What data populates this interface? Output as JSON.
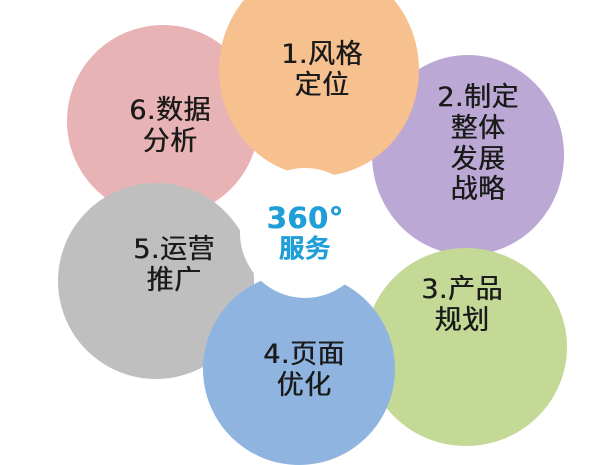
{
  "diagram": {
    "type": "petal-venn",
    "background_color": "#ffffff",
    "center": {
      "line1": "360°",
      "line2": "服务",
      "text_color": "#1f9ed8",
      "fill_color": "#ffffff"
    },
    "petals": [
      {
        "id": "style-positioning",
        "number": "1.",
        "label": "1.风格\n定位",
        "color": "#f7c08f",
        "position": "top"
      },
      {
        "id": "overall-strategy",
        "number": "2.",
        "label": "2.制定\n整体\n发展\n战略",
        "color": "#bba8d4",
        "position": "top-right"
      },
      {
        "id": "product-planning",
        "number": "3.",
        "label": "3.产品\n规划",
        "color": "#c5d996",
        "position": "bottom-right"
      },
      {
        "id": "page-optimization",
        "number": "4.",
        "label": "4.页面\n优化",
        "color": "#8fb4e0",
        "position": "bottom"
      },
      {
        "id": "operations-promotion",
        "number": "5.",
        "label": "5.运营\n推广",
        "color": "#bfbfbf",
        "position": "bottom-left"
      },
      {
        "id": "data-analysis",
        "number": "6.",
        "label": "6.数据\n分析",
        "color": "#e8b3b5",
        "position": "top-left"
      }
    ]
  }
}
